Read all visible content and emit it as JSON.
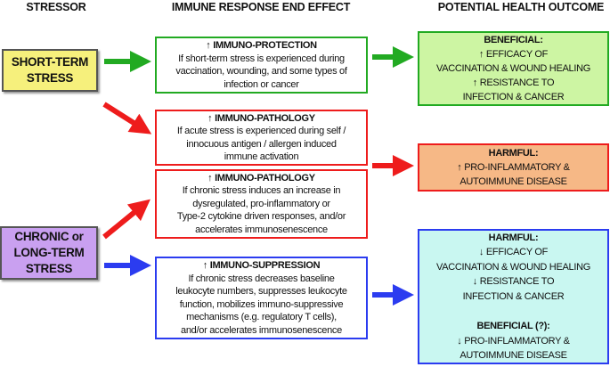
{
  "headers": {
    "stressor": "STRESSOR",
    "effect": "IMMUNE RESPONSE END EFFECT",
    "outcome": "POTENTIAL HEALTH OUTCOME"
  },
  "stressors": {
    "short": [
      "SHORT-TERM",
      "STRESS"
    ],
    "chronic": [
      "CHRONIC or",
      "LONG-TERM",
      "STRESS"
    ]
  },
  "effects": {
    "protection": {
      "title": "↑ IMMUNO-PROTECTION",
      "lines": [
        "If short-term stress is experienced during",
        "vaccination, wounding, and some types of",
        "infection or cancer"
      ]
    },
    "pathology_acute": {
      "title": "↑ IMMUNO-PATHOLOGY",
      "lines": [
        "If acute stress is experienced during self /",
        "innocuous antigen / allergen induced",
        "immune activation"
      ]
    },
    "pathology_chronic": {
      "title": "↑ IMMUNO-PATHOLOGY",
      "lines": [
        "If chronic stress induces an increase in",
        "dysregulated, pro-inflammatory or",
        "Type-2 cytokine driven responses, and/or",
        "accelerates immunosenescence"
      ]
    },
    "suppression": {
      "title": "↑ IMMUNO-SUPPRESSION",
      "lines": [
        "If chronic stress decreases baseline",
        "leukocyte numbers, suppresses leukocyte",
        "function, mobilizes immuno-suppressive",
        "mechanisms (e.g. regulatory T cells),",
        "and/or accelerates immunosenescence"
      ]
    }
  },
  "outcomes": {
    "beneficial": {
      "title": "BENEFICIAL:",
      "lines": [
        "↑ EFFICACY OF",
        "VACCINATION & WOUND HEALING",
        "↑ RESISTANCE TO",
        "INFECTION & CANCER"
      ]
    },
    "harmful_inflam": {
      "title": "HARMFUL:",
      "lines": [
        "↑ PRO-INFLAMMATORY &",
        "AUTOIMMUNE DISEASE"
      ]
    },
    "harmful_suppr": {
      "title": "HARMFUL:",
      "lines": [
        "↓ EFFICACY OF",
        "VACCINATION & WOUND HEALING",
        "↓ RESISTANCE TO",
        "INFECTION & CANCER"
      ],
      "title2": "BENEFICIAL (?):",
      "lines2": [
        "↓ PRO-INFLAMMATORY &",
        "AUTOIMMUNE DISEASE"
      ]
    }
  },
  "colors": {
    "green": "#22aa22",
    "red": "#ee1c1c",
    "blue": "#2b3cf0",
    "yellow": "#f6f07c",
    "purple": "#c9a0f0",
    "lightgreen": "#cdf5a3",
    "orange": "#f6b886",
    "cyan": "#c9f7f1"
  }
}
